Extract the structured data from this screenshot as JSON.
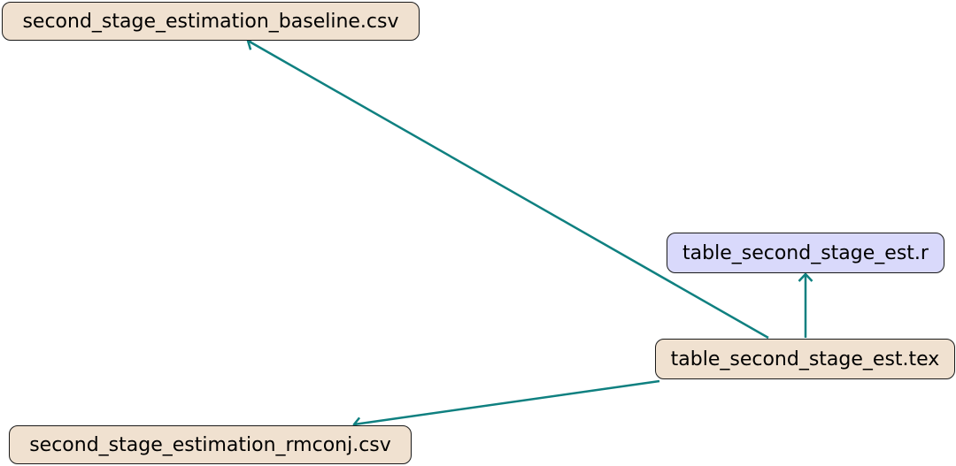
{
  "diagram": {
    "nodes": {
      "baseline_csv": {
        "label": "second_stage_estimation_baseline.csv",
        "kind": "data-file"
      },
      "script_r": {
        "label": "table_second_stage_est.r",
        "kind": "script-file"
      },
      "tex": {
        "label": "table_second_stage_est.tex",
        "kind": "data-file"
      },
      "rmconj_csv": {
        "label": "second_stage_estimation_rmconj.csv",
        "kind": "data-file"
      }
    },
    "edges": [
      {
        "from": "tex",
        "to": "baseline_csv"
      },
      {
        "from": "tex",
        "to": "script_r"
      },
      {
        "from": "tex",
        "to": "rmconj_csv"
      }
    ],
    "colors": {
      "edge": "#0f8080",
      "data_node_fill": "#f0e1d0",
      "script_node_fill": "#d9d9fb",
      "node_border": "#1a1a1a"
    }
  }
}
